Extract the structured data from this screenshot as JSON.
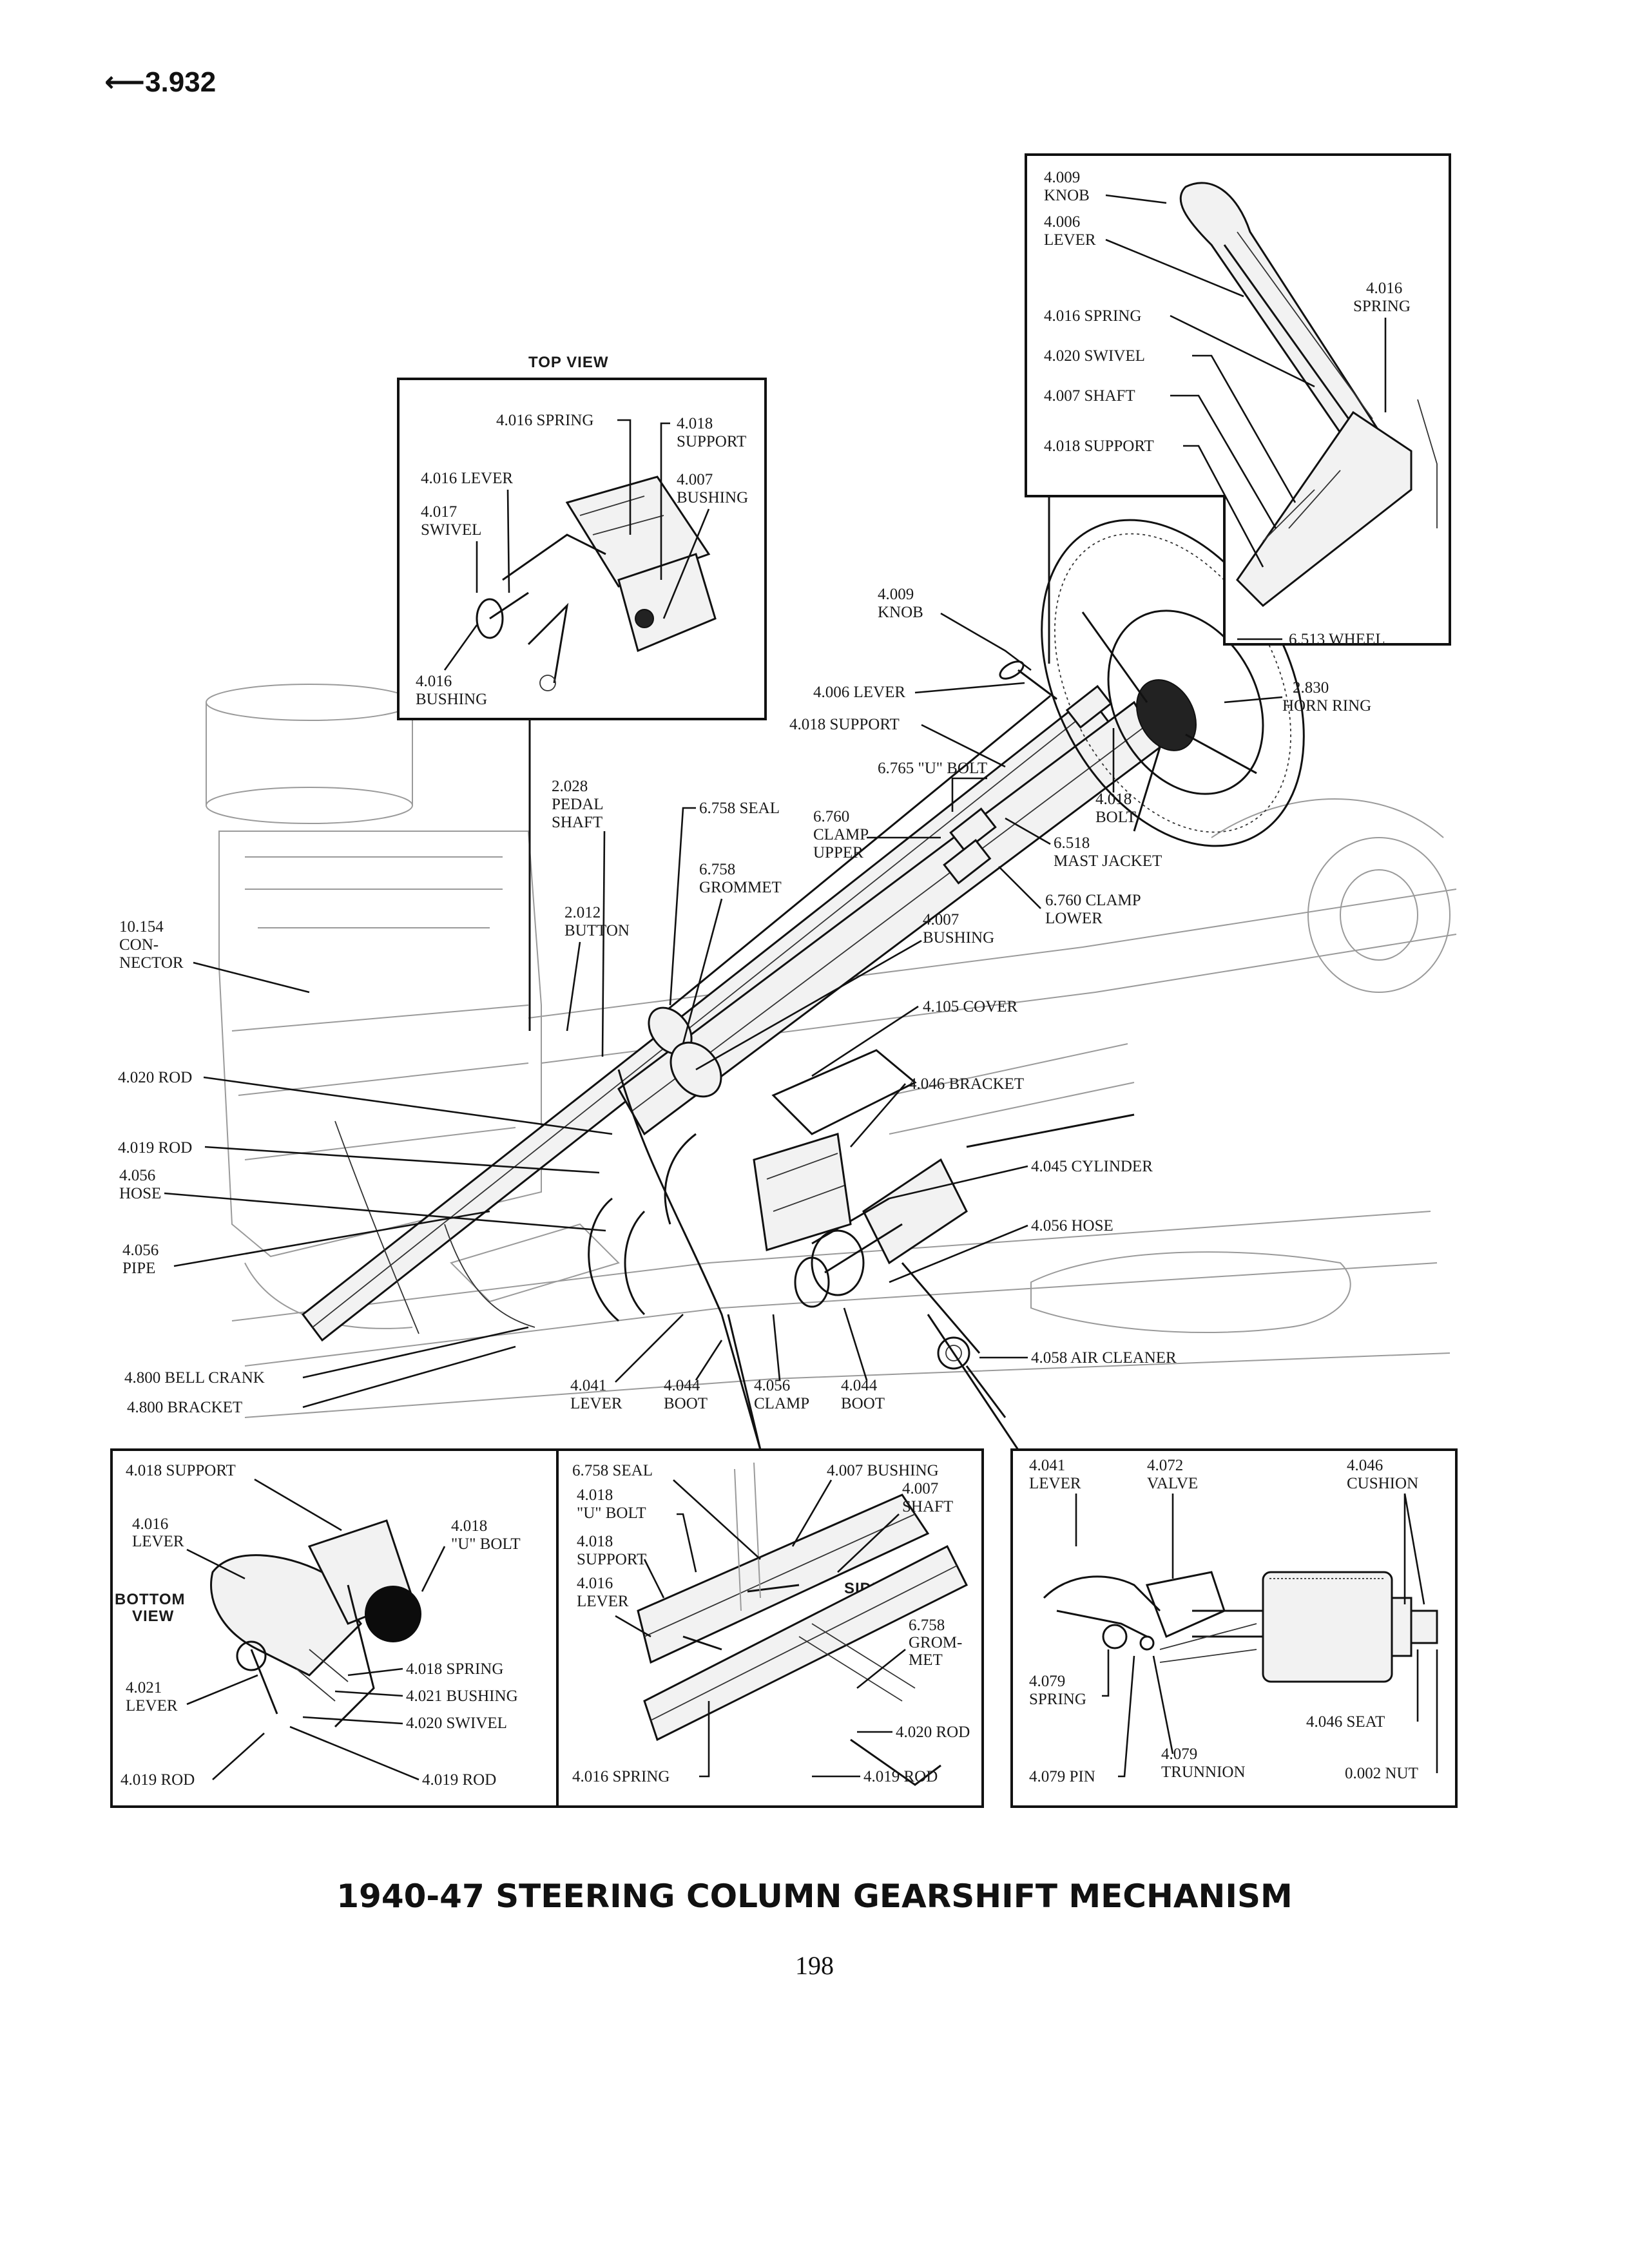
{
  "page_ref": "⟵3.932",
  "figure_title": "1940-47 STEERING COLUMN GEARSHIFT MECHANISM",
  "page_number": "198",
  "views": {
    "top_view": "TOP VIEW",
    "bottom_view_1": "BOTTOM",
    "bottom_view_2": "VIEW",
    "side_view": "SIDE VIEW"
  },
  "labels": {
    "upper_right": {
      "knob_num": "4.009",
      "knob": "KNOB",
      "lever_num": "4.006",
      "lever": "LEVER",
      "spring_right_num": "4.016",
      "spring_right": "SPRING",
      "spring": "4.016 SPRING",
      "swivel": "4.020 SWIVEL",
      "shaft": "4.007 SHAFT",
      "support": "4.018 SUPPORT"
    },
    "top_view": {
      "spring": "4.016 SPRING",
      "support_num": "4.018",
      "support": "SUPPORT",
      "lever": "4.016 LEVER",
      "bushing_num": "4.007",
      "bushing": "BUSHING",
      "swivel_num": "4.017",
      "swivel": "SWIVEL",
      "bushing2_num": "4.016",
      "bushing2": "BUSHING"
    },
    "main": {
      "knob_num": "4.009",
      "knob": "KNOB",
      "wheel": "6.513 WHEEL",
      "lever": "4.006 LEVER",
      "horn_num": "2.830",
      "horn": "HORN RING",
      "support": "4.018 SUPPORT",
      "u_bolt": "6.765 \"U\" BOLT",
      "bolt_num": "4.018",
      "bolt": "BOLT",
      "pedal_num": "2.028",
      "pedal_1": "PEDAL",
      "pedal_2": "SHAFT",
      "seal": "6.758 SEAL",
      "clamp_num": "6.760",
      "clamp_1": "CLAMP",
      "clamp_2": "UPPER",
      "mast_num": "6.518",
      "mast": "MAST JACKET",
      "grommet_num": "6.758",
      "grommet": "GROMMET",
      "clamp_lower_1": "6.760 CLAMP",
      "clamp_lower_2": "LOWER",
      "connector_num": "10.154",
      "connector_1": "CON-",
      "connector_2": "NECTOR",
      "button_num": "2.012",
      "button": "BUTTON",
      "bushing_num": "4.007",
      "bushing": "BUSHING",
      "cover": "4.105 COVER",
      "rod_020": "4.020 ROD",
      "bracket_046": "4.046 BRACKET",
      "rod_019": "4.019 ROD",
      "hose_num": "4.056",
      "hose": "HOSE",
      "cylinder": "4.045 CYLINDER",
      "hose_right": "4.056 HOSE",
      "pipe_num": "4.056",
      "pipe": "PIPE",
      "air_cleaner": "4.058 AIR CLEANER",
      "bell_crank": "4.800 BELL CRANK",
      "bracket_800": "4.800 BRACKET",
      "lever_041_num": "4.041",
      "lever_041": "LEVER",
      "boot_044_num": "4.044",
      "boot_044": "BOOT",
      "clamp_056_num": "4.056",
      "clamp_056": "CLAMP",
      "boot_044b_num": "4.044",
      "boot_044b": "BOOT"
    },
    "bottom_view": {
      "support": "4.018 SUPPORT",
      "lever_num": "4.016",
      "lever": "LEVER",
      "ubolt_num": "4.018",
      "ubolt": "\"U\" BOLT",
      "spring": "4.018 SPRING",
      "bushing": "4.021 BUSHING",
      "lever021_num": "4.021",
      "lever021": "LEVER",
      "swivel": "4.020 SWIVEL",
      "rod_left": "4.019 ROD",
      "rod_right": "4.019 ROD"
    },
    "side_view": {
      "seal": "6.758 SEAL",
      "bushing": "4.007 BUSHING",
      "ubolt_num": "4.018",
      "ubolt": "\"U\" BOLT",
      "shaft_num": "4.007",
      "shaft": "SHAFT",
      "support_num": "4.018",
      "support": "SUPPORT",
      "lever_num": "4.016",
      "lever": "LEVER",
      "grom_num": "6.758",
      "grom_1": "GROM-",
      "grom_2": "MET",
      "rod_020": "4.020 ROD",
      "spring": "4.016 SPRING",
      "rod_019": "4.019 ROD"
    },
    "valve_view": {
      "lever_num": "4.041",
      "lever": "LEVER",
      "valve_num": "4.072",
      "valve": "VALVE",
      "cushion_num": "4.046",
      "cushion": "CUSHION",
      "spring_num": "4.079",
      "spring": "SPRING",
      "seat": "4.046 SEAT",
      "trunnion_num": "4.079",
      "trunnion": "TRUNNION",
      "pin": "4.079 PIN",
      "nut": "0.002 NUT"
    }
  }
}
